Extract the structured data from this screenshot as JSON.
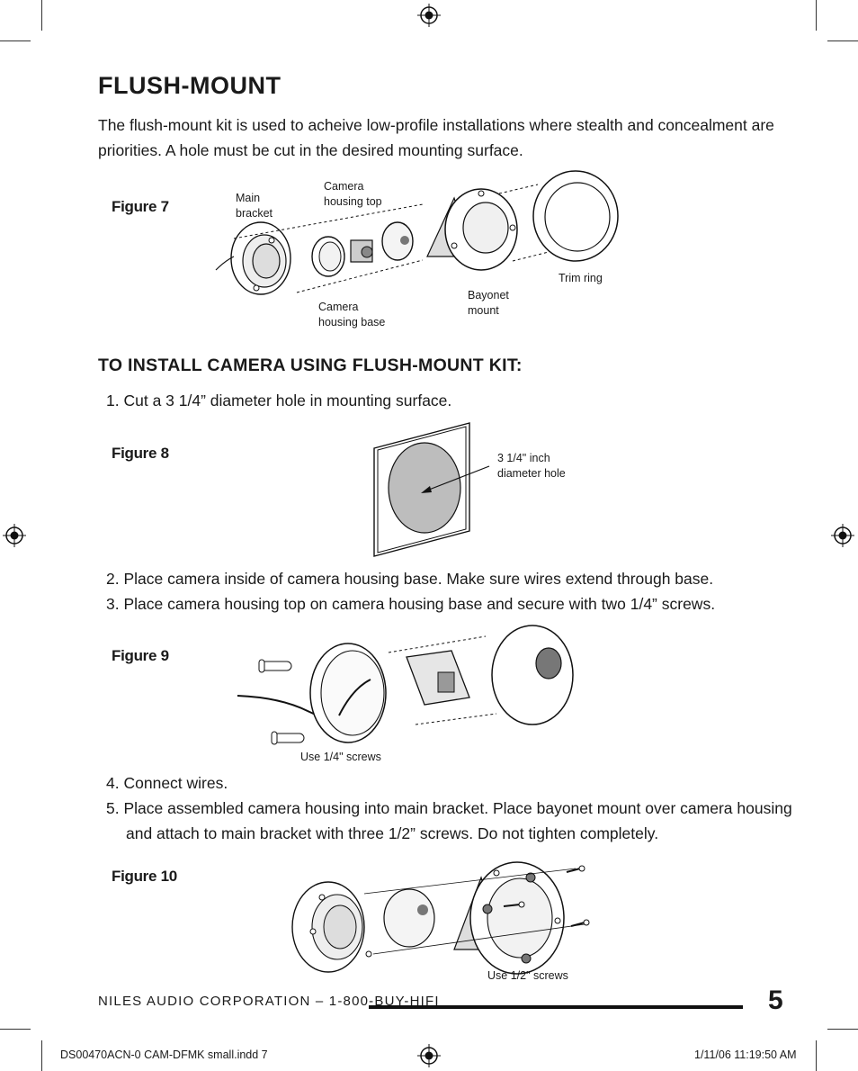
{
  "title": "FLUSH-MOUNT",
  "intro": "The flush-mount kit is used to acheive low-profile installations where stealth and concealment are priorities.  A hole must be cut in the desired mounting surface.",
  "figures": {
    "fig7": {
      "label": "Figure 7",
      "callouts": {
        "main_bracket_1": "Main",
        "main_bracket_2": "bracket",
        "housing_top_1": "Camera",
        "housing_top_2": "housing top",
        "housing_base_1": "Camera",
        "housing_base_2": "housing base",
        "bayonet_1": "Bayonet",
        "bayonet_2": "mount",
        "trim_ring": "Trim ring"
      }
    },
    "fig8": {
      "label": "Figure 8",
      "callouts": {
        "hole_1": "3 1/4\" inch",
        "hole_2": "diameter hole"
      }
    },
    "fig9": {
      "label": "Figure 9",
      "callouts": {
        "screws": "Use 1/4\" screws"
      }
    },
    "fig10": {
      "label": "Figure 10",
      "callouts": {
        "screws": "Use 1/2\" screws"
      }
    }
  },
  "section_title": "TO INSTALL CAMERA USING FLUSH-MOUNT KIT:",
  "steps": [
    {
      "num": "1.",
      "text": "Cut a 3 1/4” diameter hole in mounting surface."
    },
    {
      "num": "2.",
      "text": "Place camera inside of camera housing base. Make sure wires extend through base."
    },
    {
      "num": "3.",
      "text": "Place camera housing top on camera housing base and secure with two 1/4” screws."
    },
    {
      "num": "4.",
      "text": "Connect wires."
    },
    {
      "num": "5.",
      "text": "Place assembled camera housing into main bracket. Place bayonet mount over camera housing",
      "text2": "and attach to main bracket with three 1/2” screws. Do not tighten completely."
    }
  ],
  "footer": {
    "company": "NILES AUDIO CORPORATION – 1-800-BUY-HIFI",
    "page_number": "5",
    "slug_file": "DS00470ACN-0 CAM-DFMK small.indd   7",
    "slug_date": "1/11/06   11:19:50 AM"
  }
}
